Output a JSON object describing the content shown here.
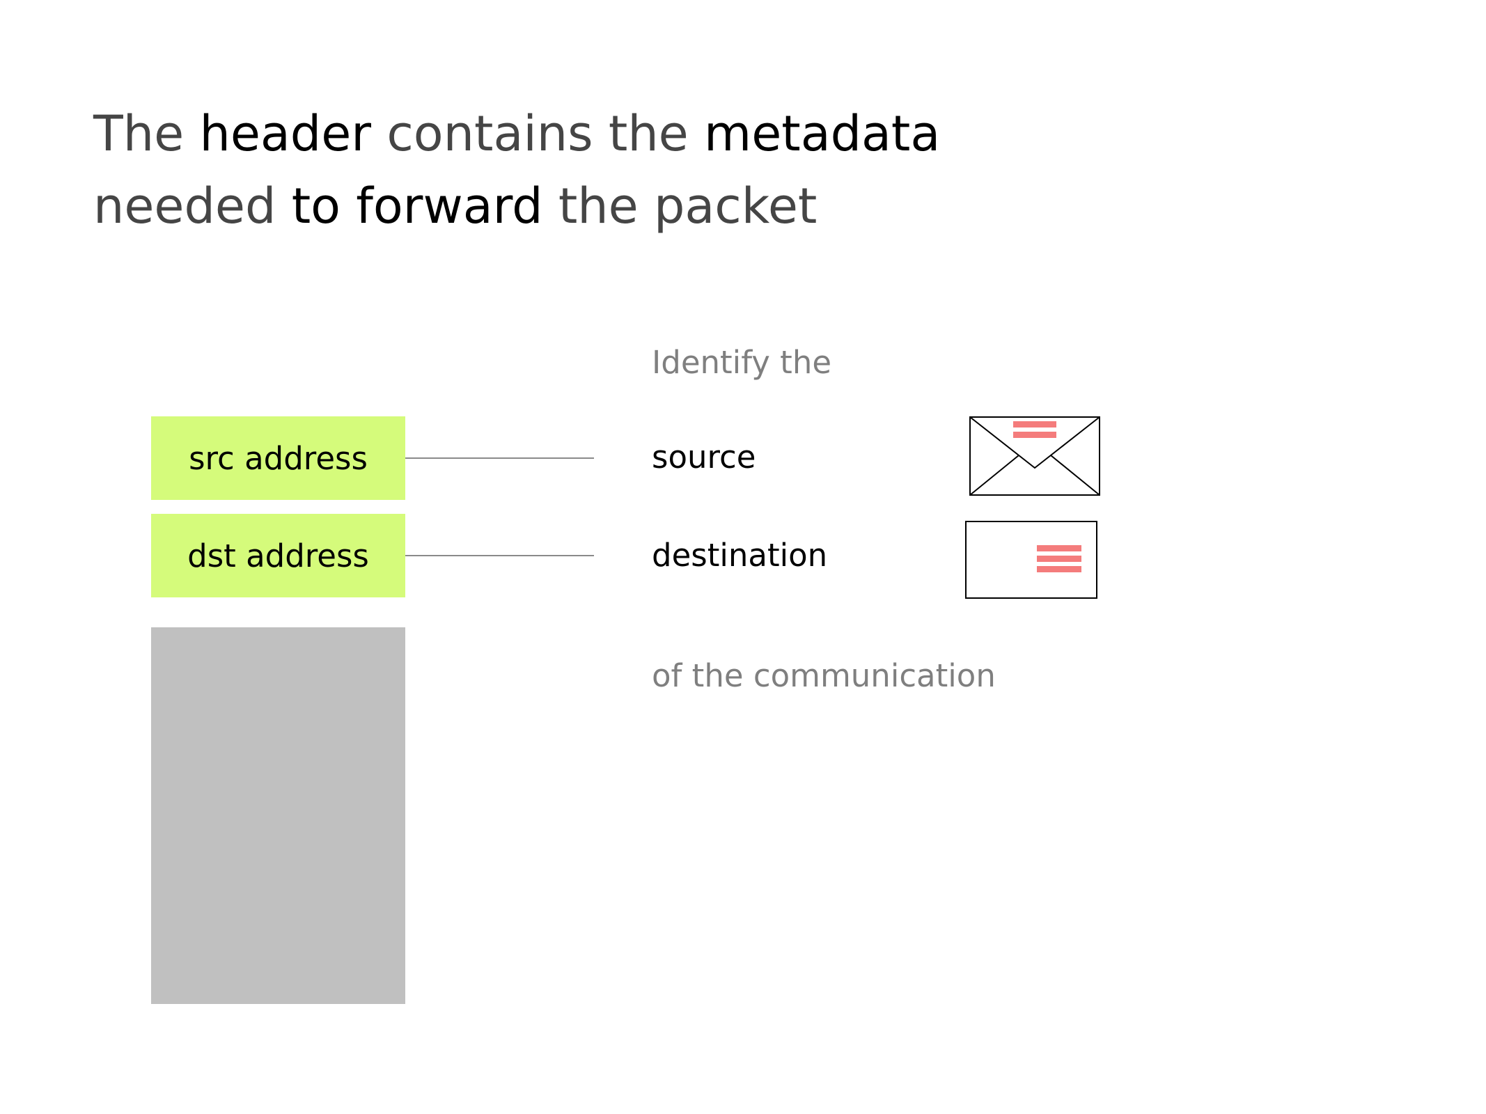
{
  "title": {
    "line1": [
      {
        "text": "The ",
        "emphasis": false
      },
      {
        "text": "header",
        "emphasis": true
      },
      {
        "text": " contains the ",
        "emphasis": false
      },
      {
        "text": "metadata",
        "emphasis": true
      }
    ],
    "line2": [
      {
        "text": "needed ",
        "emphasis": false
      },
      {
        "text": "to forward",
        "emphasis": true
      },
      {
        "text": " the packet",
        "emphasis": false
      }
    ]
  },
  "fields": {
    "src": "src address",
    "dst": "dst address"
  },
  "labels": {
    "intro": "Identify the",
    "source": "source",
    "destination": "destination",
    "outro": "of the communication"
  },
  "icons": {
    "source": "closed-envelope-icon",
    "destination": "envelope-front-icon"
  },
  "colors": {
    "field_fill": "#d5fb7b",
    "payload_fill": "#c0c0c0",
    "stamp": "#f47c7c",
    "text_emphasis": "#000000",
    "text_regular": "#454545",
    "text_muted": "#7f7f7f"
  }
}
